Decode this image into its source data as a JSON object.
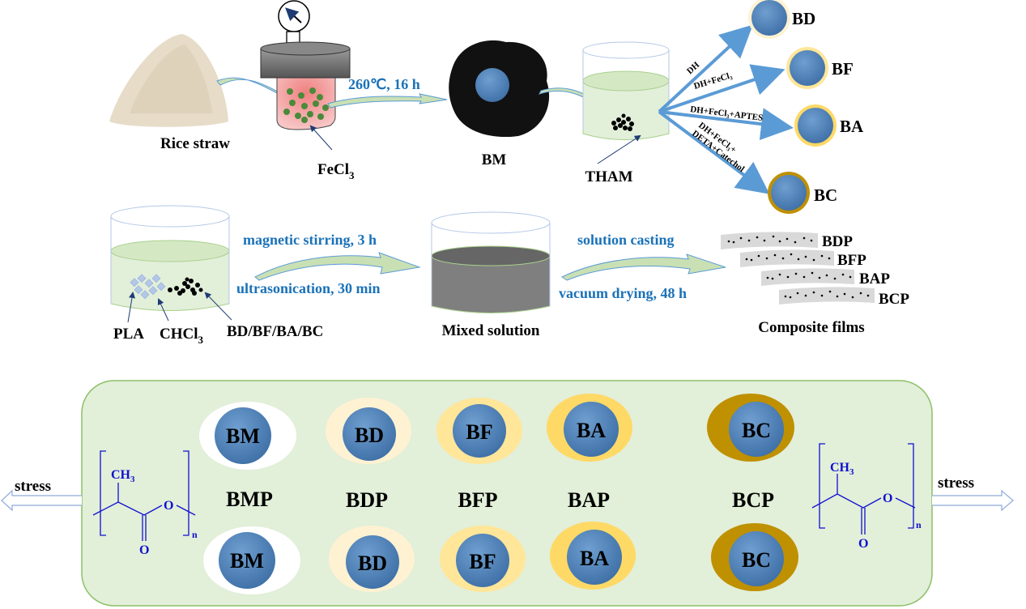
{
  "colors": {
    "blue_text": "#1a72b8",
    "panel_bg": "#e2efd9",
    "panel_border": "#8cc067",
    "particle_blue": "#4a7fb5",
    "shell_bd": "#fff2d2",
    "shell_bf": "#ffe699",
    "shell_ba": "#ffd966",
    "shell_bc": "#bf9000",
    "chem_blue": "#1010d0"
  },
  "top_row": {
    "rice_straw": "Rice straw",
    "fecl3": "FeCl",
    "fecl3_sub": "3",
    "condition": "260℃, 16 h",
    "bm": "BM",
    "tham": "THAM",
    "branches": [
      {
        "label": "DH",
        "product": "BD"
      },
      {
        "label": "DH+FeCl₃",
        "product": "BF"
      },
      {
        "label": "DH+FeCl₃+APTES",
        "product": "BA"
      },
      {
        "label_line1": "DH+FeCl₃+",
        "label_line2": "DETA+Catechol",
        "product": "BC"
      }
    ]
  },
  "middle_row": {
    "step1_top": "magnetic stirring, 3 h",
    "step1_bottom": "ultrasonication, 30 min",
    "pla": "PLA",
    "chcl3": "CHCl",
    "chcl3_sub": "3",
    "fillers": "BD/BF/BA/BC",
    "mixed": "Mixed solution",
    "step2_top": "solution casting",
    "step2_bottom": "vacuum drying, 48 h",
    "films": [
      "BDP",
      "BFP",
      "BAP",
      "BCP"
    ],
    "films_label": "Composite films"
  },
  "bottom_panel": {
    "stress_left": "stress",
    "stress_right": "stress",
    "chem": {
      "ch3": "CH",
      "ch3_sub": "3",
      "o": "O",
      "n": "n"
    },
    "columns": [
      {
        "particle": "BM",
        "composite": "BMP"
      },
      {
        "particle": "BD",
        "composite": "BDP"
      },
      {
        "particle": "BF",
        "composite": "BFP"
      },
      {
        "particle": "BA",
        "composite": "BAP"
      },
      {
        "particle": "BC",
        "composite": "BCP"
      }
    ]
  }
}
